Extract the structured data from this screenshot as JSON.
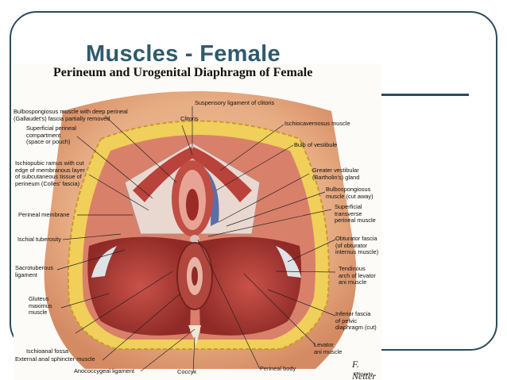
{
  "slide": {
    "title": "Muscles - Female"
  },
  "plate": {
    "title": "Perineum and Urogenital Diaphragm of Female",
    "signature": "F. Netter",
    "copyright": "©Novartis"
  },
  "labels": {
    "bulbospongiosus_fascia": "Bulbospongiosus muscle with deep perineal\n(Gallaudet's) fascia partially removed",
    "superficial_compartment": "Superficial perineal\ncompartment\n(space or pouch)",
    "ischiopubic_ramus": "Ischiopubic ramus with cut\nedge of membranous layer\nof subcutaneous tissue of\nperineum (Colles' fascia)",
    "perineal_membrane": "Perineal membrane",
    "ischial_tuberosity": "Ischial tuberosity",
    "sacrotuberous": "Sacrotuberous\nligament",
    "gluteus_maximus": "Gluteus\nmaximus\nmuscle",
    "ischioanal_fossa": "Ischioanal fossa",
    "external_anal_sphincter": "External anal sphincter muscle",
    "anococcygeal": "Anococcygeal ligament",
    "coccyx": "Coccyx",
    "perineal_body": "Perineal body",
    "suspensory_ligament": "Suspensory ligament of clitoris",
    "clitoris": "Clitoris",
    "ischiocavernosus": "Ischiocavernosus muscle",
    "bulb_vestibule": "Bulb of vestibule",
    "greater_vestibular": "Greater vestibular\n(Bartholin's) gland",
    "bulbospongiosus_cut": "Bulbospongiosus\nmuscle (cut away)",
    "superficial_transverse": "Superficial\ntransverse\nperineal muscle",
    "obturator_fascia": "Obturator fascia\n(of obturator\ninternus muscle)",
    "tendinous_arch": "Tendinous\narch of levator\nani muscle",
    "inferior_fascia": "Inferior fascia\nof pelvic\ndiaphragm (cut)",
    "levator_ani": "Levator\nani muscle"
  },
  "colors": {
    "title": "#2f5a6c",
    "frame": "#2c4a5c",
    "skin": "#e9b38c",
    "muscle": "#b9423a",
    "fat": "#f2d25a"
  }
}
